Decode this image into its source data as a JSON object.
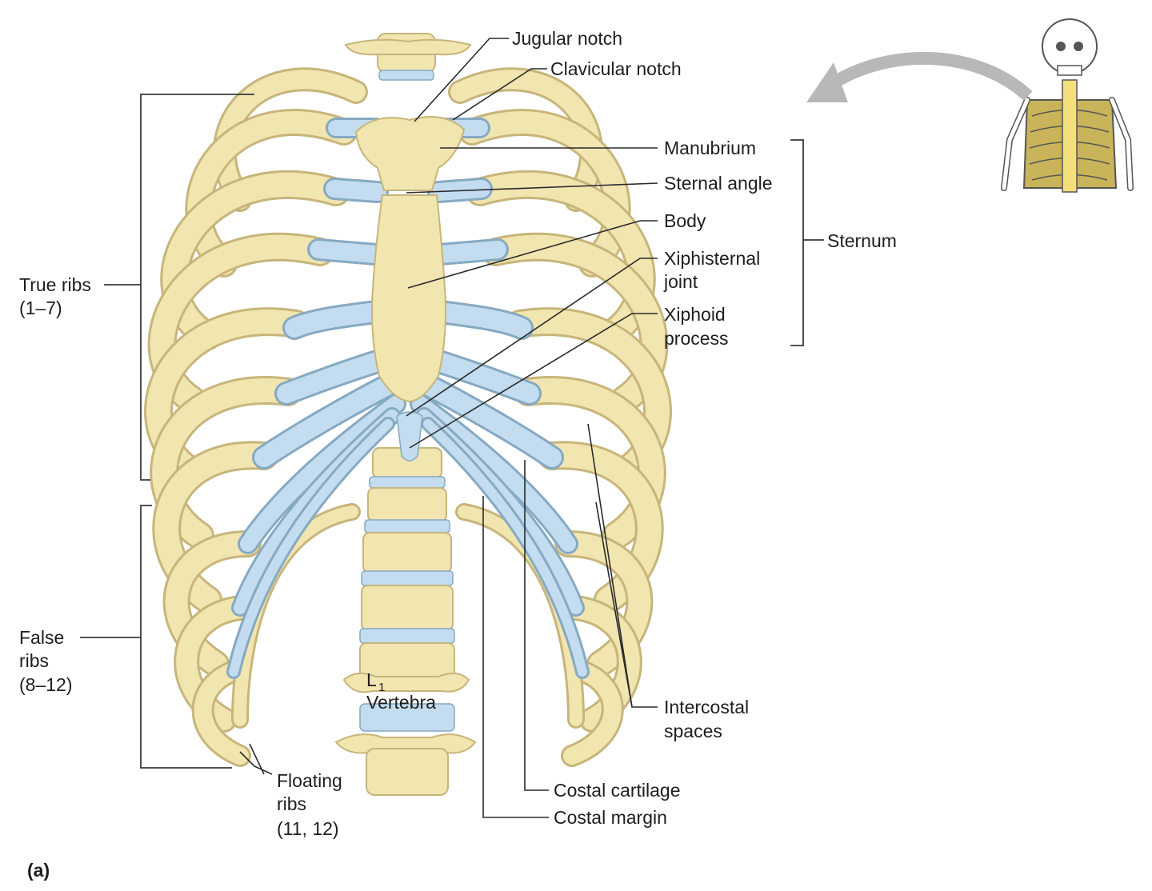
{
  "figure_label": "(a)",
  "labels": {
    "jugular_notch": "Jugular notch",
    "clavicular_notch": "Clavicular notch",
    "manubrium": "Manubrium",
    "sternal_angle": "Sternal angle",
    "body": "Body",
    "xiphisternal_joint": [
      "Xiphisternal",
      "joint"
    ],
    "xiphoid_process": [
      "Xiphoid",
      "process"
    ],
    "sternum": "Sternum",
    "true_ribs": [
      "True ribs",
      "(1–7)"
    ],
    "false_ribs": [
      "False",
      "ribs",
      "(8–12)"
    ],
    "floating_ribs": [
      "Floating",
      "ribs",
      "(11, 12)"
    ],
    "l1_vertebra": {
      "letter": "L",
      "subscript": "1",
      "word": "Vertebra"
    },
    "intercostal_spaces": [
      "Intercostal",
      "spaces"
    ],
    "costal_cartilage": "Costal cartilage",
    "costal_margin": "Costal margin"
  },
  "colors": {
    "bone": "#f1e5b0",
    "bone_outline": "#c7b57a",
    "cartilage": "#c3dcef",
    "cartilage_outline": "#86a9c2",
    "arrow": "#b8b8b8",
    "lung_inset": "#c9b45a"
  },
  "icons": {
    "orientation_inset": "skeleton-icon",
    "pointer": "curved-arrow-icon"
  }
}
